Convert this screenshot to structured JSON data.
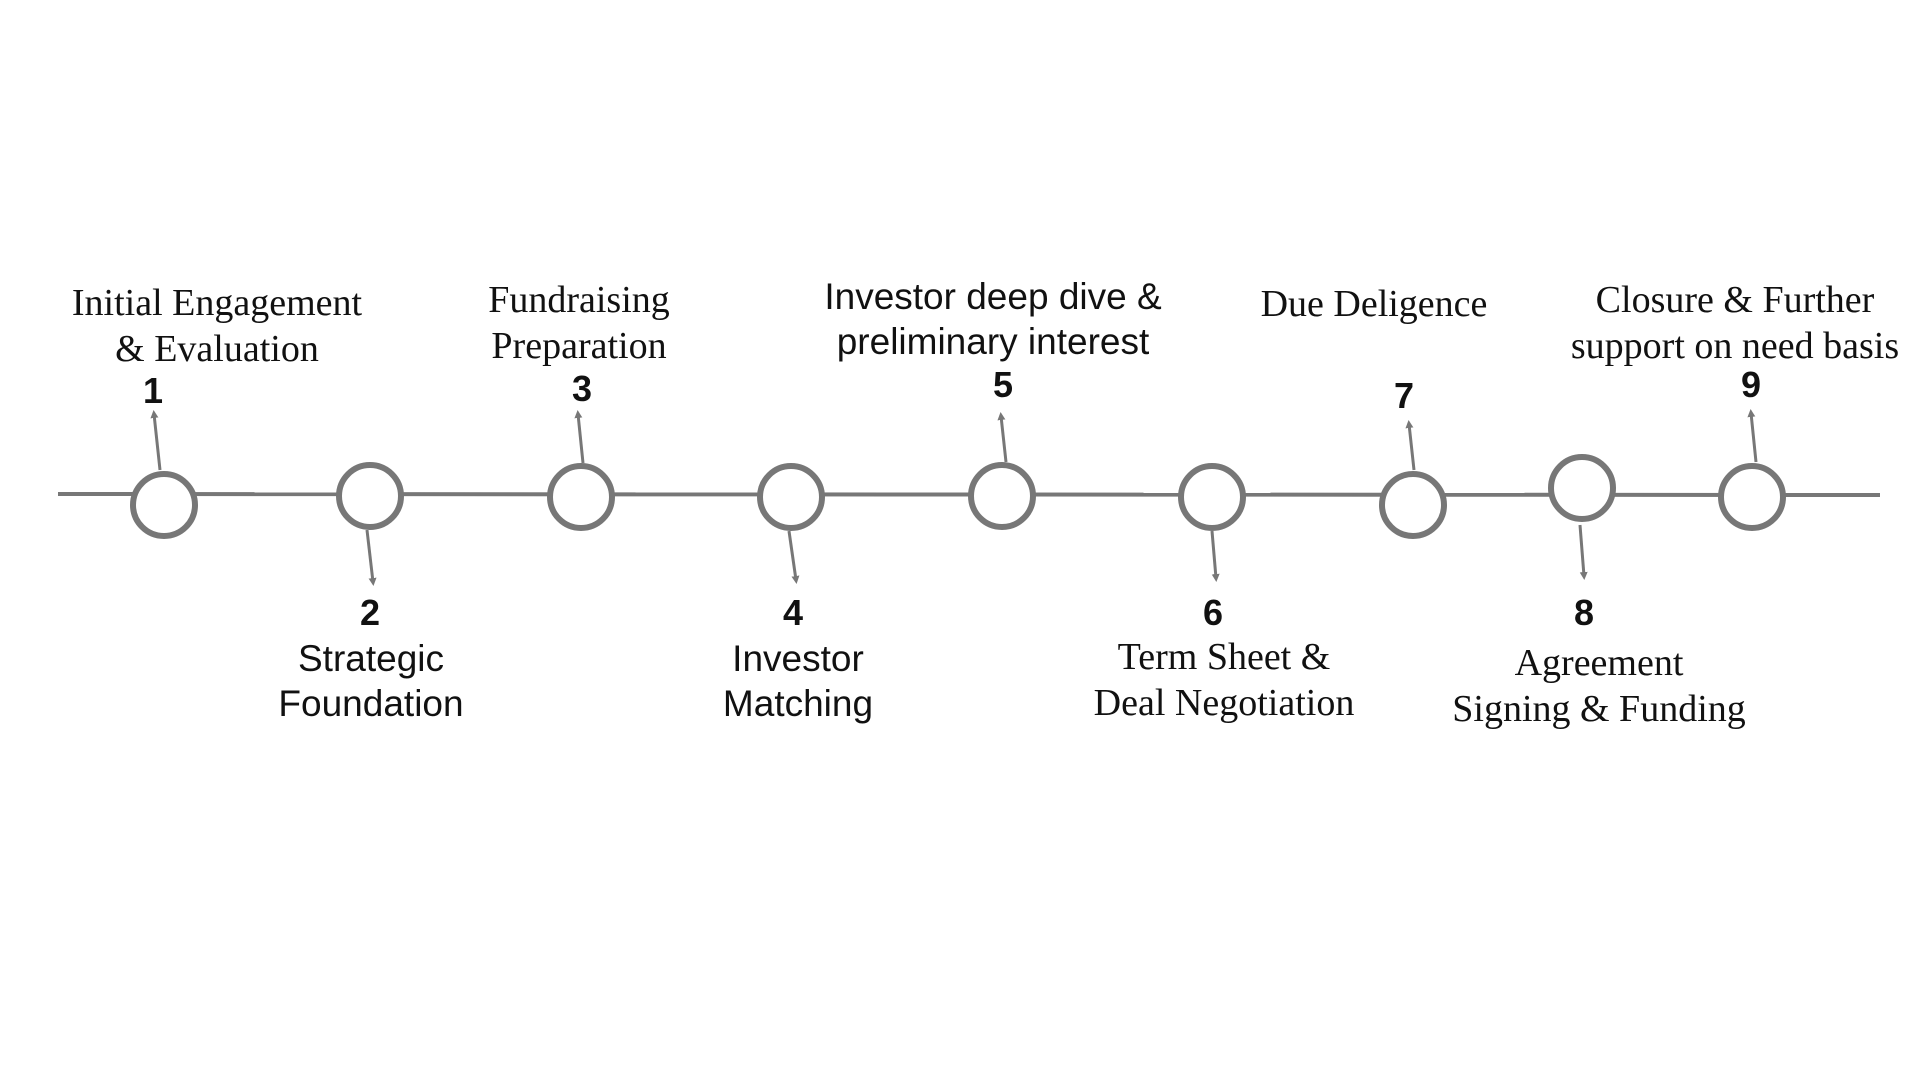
{
  "timeline": {
    "colors": {
      "line": "#777777",
      "node_stroke": "#777777",
      "node_fill": "#ffffff",
      "text": "#111111"
    },
    "steps": [
      {
        "number": "1",
        "lines": [
          "Initial Engagement",
          "& Evaluation"
        ],
        "side": "top"
      },
      {
        "number": "2",
        "lines": [
          "Strategic",
          "Foundation"
        ],
        "side": "bottom"
      },
      {
        "number": "3",
        "lines": [
          "Fundraising",
          "Preparation"
        ],
        "side": "top"
      },
      {
        "number": "4",
        "lines": [
          "Investor",
          "Matching"
        ],
        "side": "bottom"
      },
      {
        "number": "5",
        "lines": [
          "Investor deep dive &",
          "preliminary interest"
        ],
        "side": "top"
      },
      {
        "number": "6",
        "lines": [
          "Term Sheet &",
          "Deal Negotiation"
        ],
        "side": "bottom"
      },
      {
        "number": "7",
        "lines": [
          "Due Deligence"
        ],
        "side": "top"
      },
      {
        "number": "8",
        "lines": [
          "Agreement",
          "Signing & Funding"
        ],
        "side": "bottom"
      },
      {
        "number": "9",
        "lines": [
          "Closure & Further",
          "support on need basis"
        ],
        "side": "top"
      }
    ]
  }
}
